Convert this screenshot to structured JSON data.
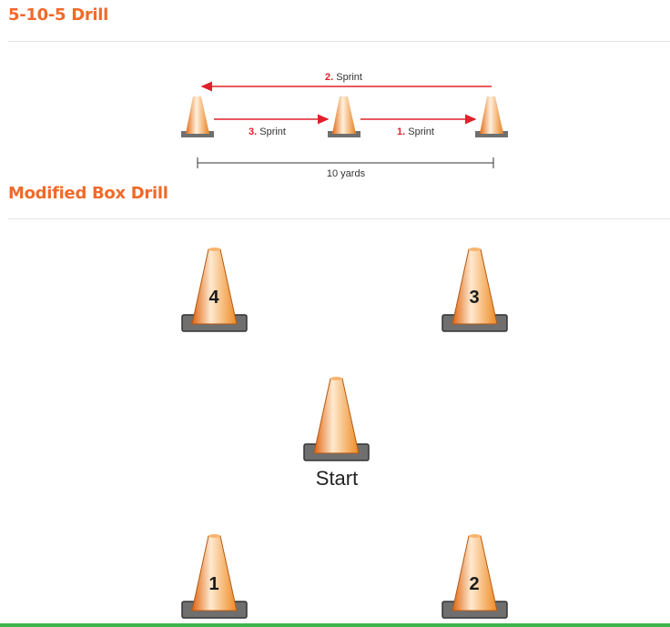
{
  "colors": {
    "heading": "#f06a2a",
    "arrow": "#e0202b",
    "cone": "#f4912e",
    "cone_base": "#7a7a7a",
    "bar": "#3cb54a"
  },
  "section_1": {
    "title": "5-10-5 Drill",
    "arrows": [
      {
        "num": "2.",
        "label": "Sprint"
      },
      {
        "num": "3.",
        "label": "Sprint"
      },
      {
        "num": "1.",
        "label": "Sprint"
      }
    ],
    "distance": "10 yards"
  },
  "section_2": {
    "title": "Modified Box Drill",
    "cones": [
      "4",
      "3",
      "1",
      "2"
    ],
    "start_label": "Start"
  }
}
